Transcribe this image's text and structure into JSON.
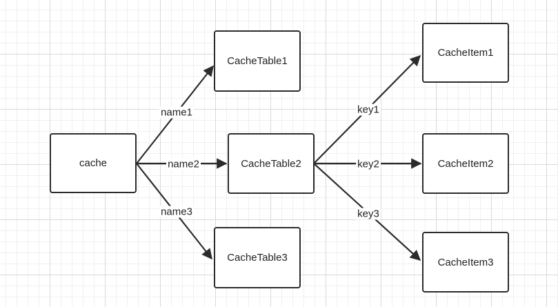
{
  "diagram": {
    "nodes": {
      "cache": "cache",
      "table1": "CacheTable1",
      "table2": "CacheTable2",
      "table3": "CacheTable3",
      "item1": "CacheItem1",
      "item2": "CacheItem2",
      "item3": "CacheItem3"
    },
    "edges": {
      "name1": "name1",
      "name2": "name2",
      "name3": "name3",
      "key1": "key1",
      "key2": "key2",
      "key3": "key3"
    },
    "line_color": "#2b2b2b"
  }
}
